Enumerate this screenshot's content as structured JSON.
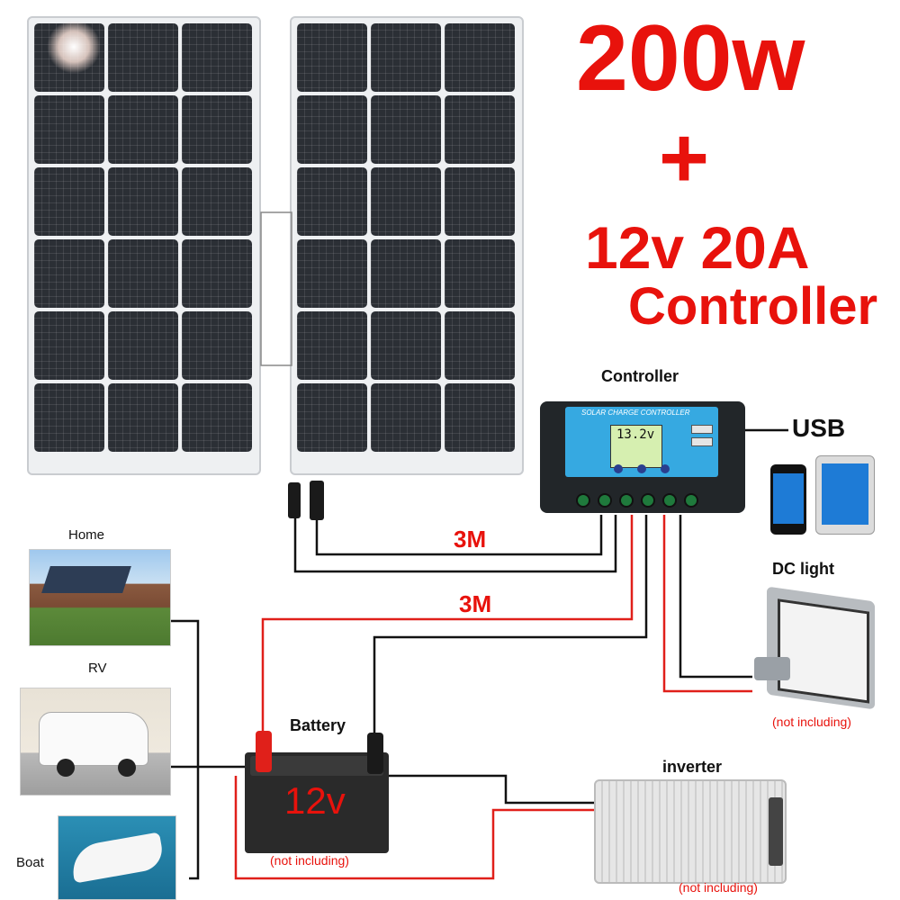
{
  "headline": {
    "power": "200w",
    "plus": "+",
    "spec": "12v 20A",
    "controller": "Controller"
  },
  "labels": {
    "controller": "Controller",
    "usb": "USB",
    "dc_light": "DC light",
    "battery": "Battery",
    "inverter": "inverter",
    "home": "Home",
    "rv": "RV",
    "boat": "Boat",
    "cable_1": "3M",
    "cable_2": "3M",
    "battery_text": "12v",
    "not_including_light": "(not including)",
    "not_including_battery": "(not including)",
    "not_including_inverter": "(not including)"
  },
  "controller_device": {
    "face_title": "SOLAR CHARGE CONTROLLER",
    "lcd_value": "13.2v"
  },
  "colors": {
    "accent_red": "#e8120c",
    "wire_red": "#e0201a",
    "wire_black": "#111111",
    "controller_blue": "#36a9e1"
  }
}
